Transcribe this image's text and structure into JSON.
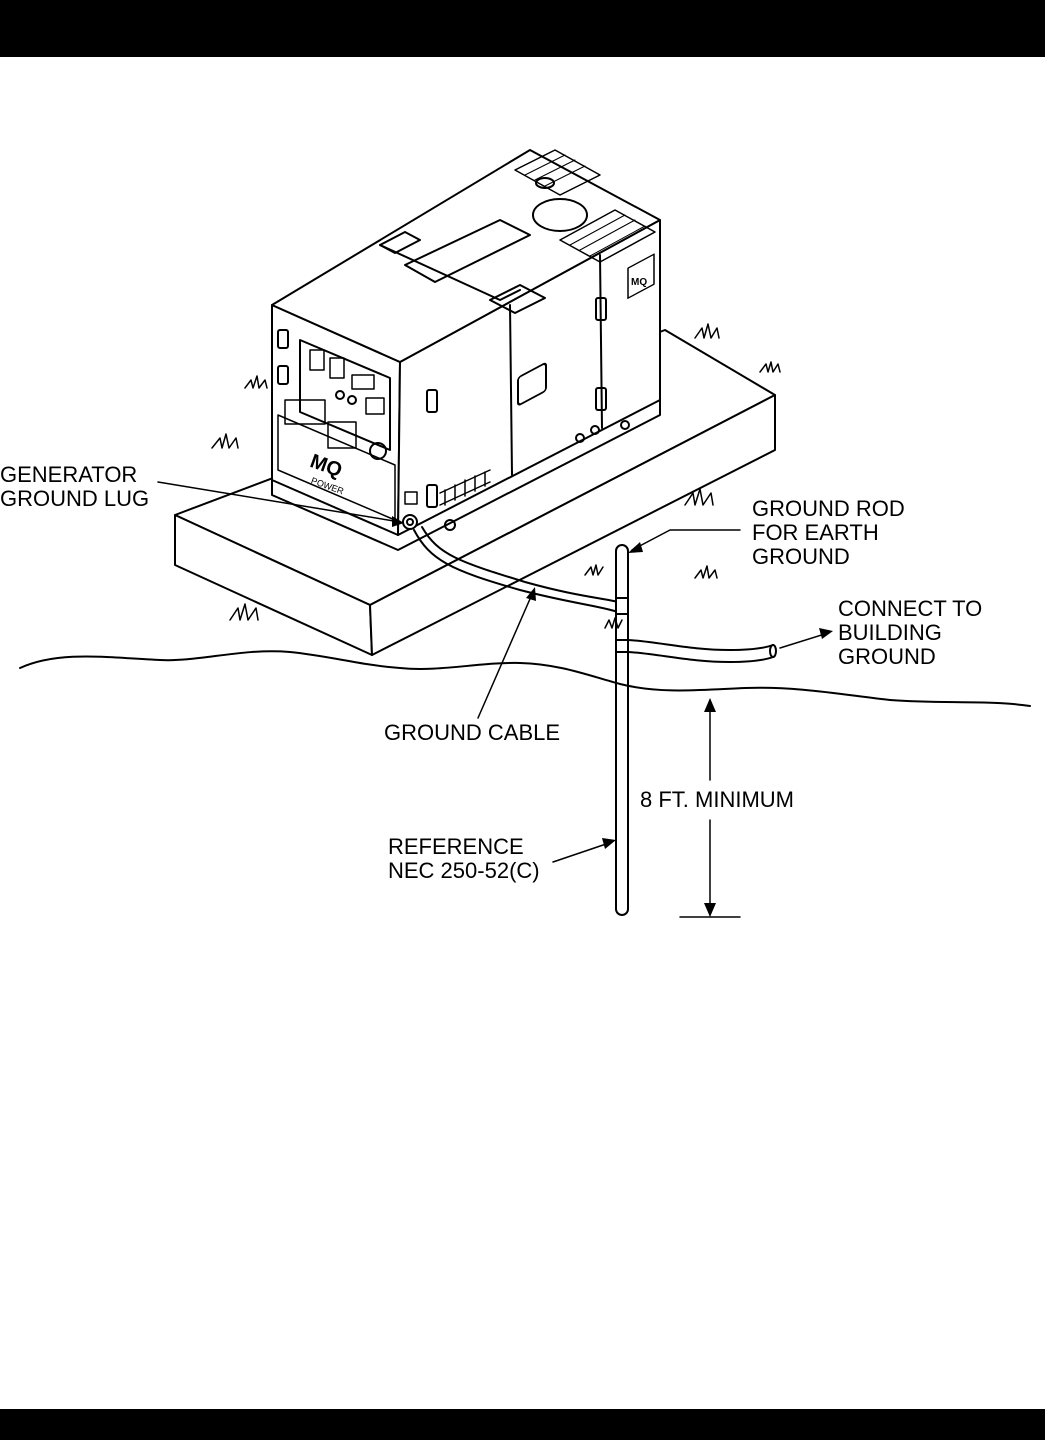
{
  "labels": {
    "generator_ground_lug": [
      "GENERATOR",
      "GROUND LUG"
    ],
    "ground_rod": [
      "GROUND ROD",
      "FOR EARTH",
      "GROUND"
    ],
    "connect_building": [
      "CONNECT TO",
      "BUILDING",
      "GROUND"
    ],
    "ground_cable": "GROUND CABLE",
    "min_depth": "8 FT. MINIMUM",
    "reference": [
      "REFERENCE",
      "NEC 250-52(C)"
    ]
  },
  "logo": {
    "text": "MQ POWER"
  },
  "colors": {
    "ink": "#000000",
    "paper": "#ffffff"
  }
}
